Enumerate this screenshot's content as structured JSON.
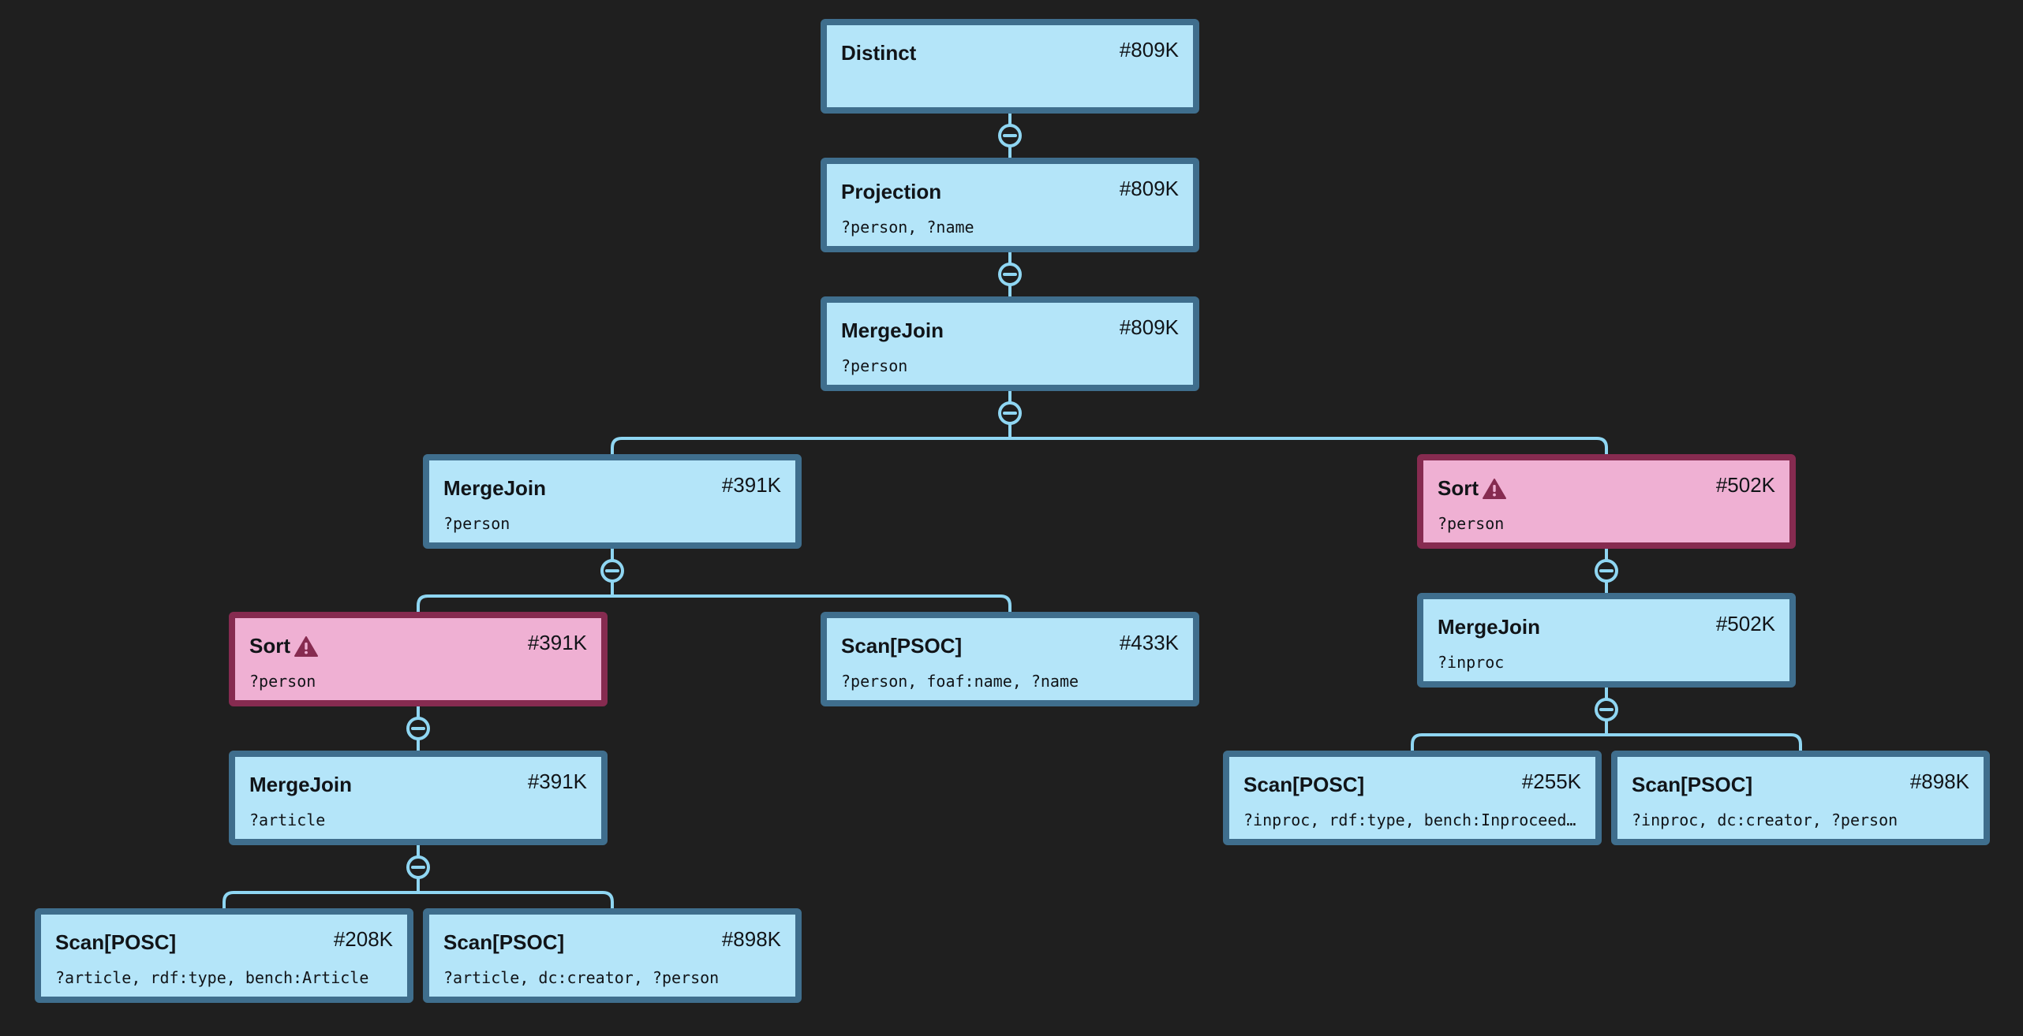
{
  "icons": {
    "collapse": "collapse-toggle-icon",
    "warning": "warning-triangle-icon"
  },
  "colors": {
    "background": "#1f1f1f",
    "node_fill": "#b4e5f9",
    "node_border": "#3f6e8d",
    "warn_fill": "#efb0d3",
    "warn_border": "#862b50",
    "edge": "#8fd6f2"
  },
  "nodes": [
    {
      "id": "distinct",
      "title": "Distinct",
      "count": "#809K",
      "args": "",
      "warning": false
    },
    {
      "id": "projection",
      "title": "Projection",
      "count": "#809K",
      "args": "?person, ?name",
      "warning": false
    },
    {
      "id": "mergejoin-root",
      "title": "MergeJoin",
      "count": "#809K",
      "args": "?person",
      "warning": false
    },
    {
      "id": "mergejoin-left",
      "title": "MergeJoin",
      "count": "#391K",
      "args": "?person",
      "warning": false
    },
    {
      "id": "sort-right",
      "title": "Sort",
      "count": "#502K",
      "args": "?person",
      "warning": true
    },
    {
      "id": "sort-left",
      "title": "Sort",
      "count": "#391K",
      "args": "?person",
      "warning": true
    },
    {
      "id": "scan-name",
      "title": "Scan[PSOC]",
      "count": "#433K",
      "args": "?person, foaf:name, ?name",
      "warning": false
    },
    {
      "id": "mergejoin-inproc",
      "title": "MergeJoin",
      "count": "#502K",
      "args": "?inproc",
      "warning": false
    },
    {
      "id": "mergejoin-article",
      "title": "MergeJoin",
      "count": "#391K",
      "args": "?article",
      "warning": false
    },
    {
      "id": "scan-inproc-type",
      "title": "Scan[POSC]",
      "count": "#255K",
      "args": "?inproc, rdf:type, bench:Inproceedings",
      "warning": false
    },
    {
      "id": "scan-inproc-creator",
      "title": "Scan[PSOC]",
      "count": "#898K",
      "args": "?inproc, dc:creator, ?person",
      "warning": false
    },
    {
      "id": "scan-article-type",
      "title": "Scan[POSC]",
      "count": "#208K",
      "args": "?article, rdf:type, bench:Article",
      "warning": false
    },
    {
      "id": "scan-article-creator",
      "title": "Scan[PSOC]",
      "count": "#898K",
      "args": "?article, dc:creator, ?person",
      "warning": false
    }
  ],
  "edges": [
    {
      "parent": "distinct",
      "children": [
        "projection"
      ]
    },
    {
      "parent": "projection",
      "children": [
        "mergejoin-root"
      ]
    },
    {
      "parent": "mergejoin-root",
      "children": [
        "mergejoin-left",
        "sort-right"
      ]
    },
    {
      "parent": "mergejoin-left",
      "children": [
        "sort-left",
        "scan-name"
      ]
    },
    {
      "parent": "sort-right",
      "children": [
        "mergejoin-inproc"
      ]
    },
    {
      "parent": "sort-left",
      "children": [
        "mergejoin-article"
      ]
    },
    {
      "parent": "mergejoin-inproc",
      "children": [
        "scan-inproc-type",
        "scan-inproc-creator"
      ]
    },
    {
      "parent": "mergejoin-article",
      "children": [
        "scan-article-type",
        "scan-article-creator"
      ]
    }
  ]
}
